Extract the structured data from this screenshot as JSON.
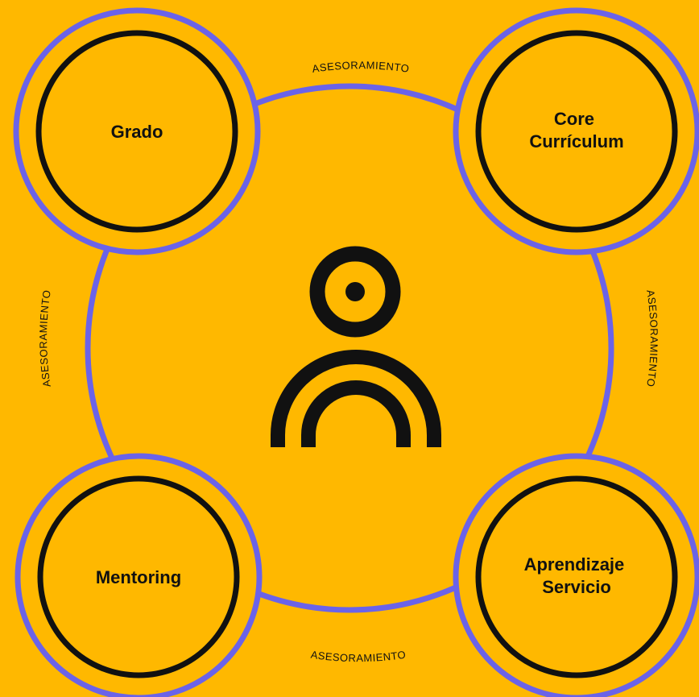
{
  "colors": {
    "background": "#FFB800",
    "ring": "#6B63E8",
    "stroke": "#111111"
  },
  "center_icon": "person-icon",
  "nodes": {
    "top_left": {
      "lines": [
        "Grado"
      ]
    },
    "top_right": {
      "lines": [
        "Core",
        "Currículum"
      ]
    },
    "bottom_left": {
      "lines": [
        "Mentoring"
      ]
    },
    "bottom_right": {
      "lines": [
        "Aprendizaje",
        "Servicio"
      ]
    }
  },
  "connectors": {
    "top": "ASESORAMIENTO",
    "right": "ASESORAMIENTO",
    "bottom": "ASESORAMIENTO",
    "left": "ASESORAMIENTO"
  }
}
